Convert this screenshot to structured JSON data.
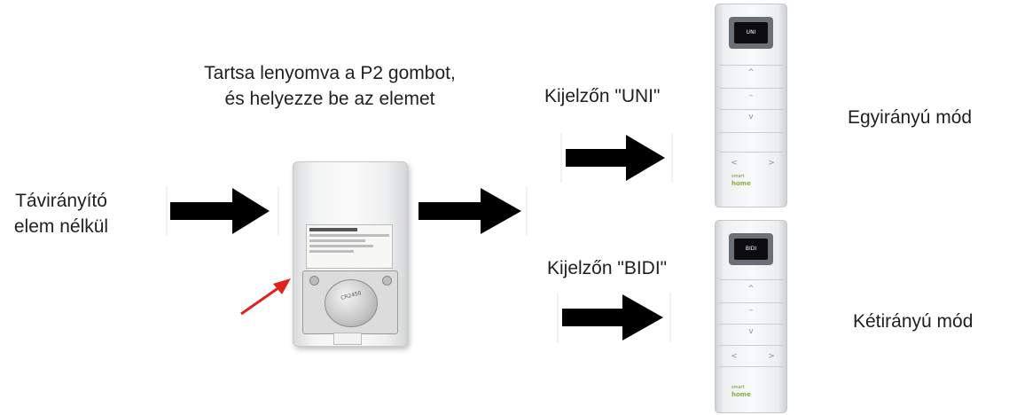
{
  "labels": {
    "remote_without_battery": "Távirányító\nelem nélkül",
    "instruction": "Tartsa lenyomva a P2 gombot,\nés helyezze be az elemet",
    "display_uni": "Kijelzőn \"UNI\"",
    "display_bidi": "Kijelzőn \"BIDI\"",
    "mode_unidirectional": "Egyirányú mód",
    "mode_bidirectional": "Kétirányú mód"
  },
  "remote_top": {
    "screen_text": "UNI",
    "keys": [
      "^",
      "–",
      "v",
      "<",
      ">"
    ],
    "logo_top": "smart",
    "logo_bottom": "home"
  },
  "remote_bottom": {
    "screen_text": "BIDI",
    "keys": [
      "^",
      "–",
      "v",
      "<",
      ">"
    ],
    "logo_top": "smart",
    "logo_bottom": "home"
  },
  "battery": {
    "coin_text": "CR2450"
  },
  "colors": {
    "arrow": "#000000",
    "pointer_arrow": "#e3211c",
    "logo_green": "#8bb03a",
    "screen_bezel": "#6b7077"
  },
  "icons": [
    "right-arrow-icon",
    "red-pointer-arrow-icon"
  ]
}
